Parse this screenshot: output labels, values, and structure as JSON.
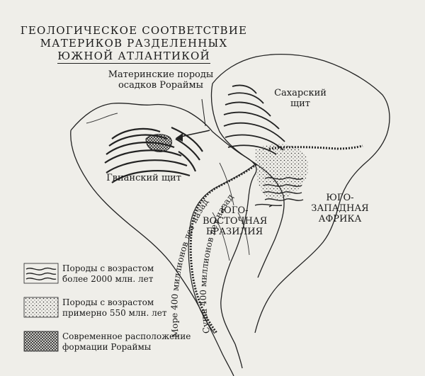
{
  "title": {
    "line1": "ГЕОЛОГИЧЕСКОЕ СООТВЕТСТВИЕ",
    "line2": "МАТЕРИКОВ РАЗДЕЛЕННЫХ",
    "line3": "ЮЖНОЙ АТЛАНТИКОЙ"
  },
  "labels": {
    "roraima_rocks_1": "Материнские породы",
    "roraima_rocks_2": "осадков Рораймы",
    "sahara_1": "Сахарский",
    "sahara_2": "щит",
    "guiana": "Гвианский щит",
    "se_brazil_1": "ЮГО-",
    "se_brazil_2": "ВОСТОЧНАЯ",
    "se_brazil_3": "БРАЗИЛИЯ",
    "sw_africa_1": "ЮГО-",
    "sw_africa_2": "ЗАПАДНАЯ",
    "sw_africa_3": "АФРИКА",
    "sea_outer": "Море 400 миллионов лет назад",
    "land_inner": "Суша 400 миллионов лет назад"
  },
  "legend": [
    {
      "line1": "Породы с возрастом",
      "line2": "более 2000 млн. лет"
    },
    {
      "line1": "Породы с возрастом",
      "line2": "примерно 550 млн. лет"
    },
    {
      "line1": "Современное расположение",
      "line2": "формации Рораймы"
    }
  ],
  "colors": {
    "ink": "#1a1a1a",
    "paper": "#efeee9"
  }
}
